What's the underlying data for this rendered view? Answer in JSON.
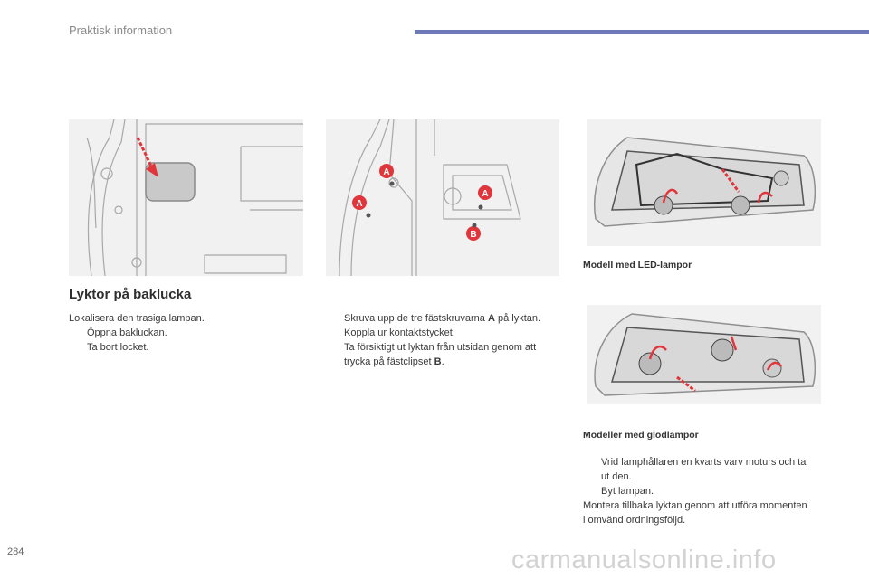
{
  "header": {
    "title": "Praktisk information",
    "accent_color": "#6b79b8"
  },
  "section": {
    "title": "Lyktor på baklucka"
  },
  "col1": {
    "intro": "Lokalisera den trasiga lampan.",
    "bullet_glyph": "",
    "steps": [
      "Öppna bakluckan.",
      "Ta bort locket."
    ]
  },
  "col2": {
    "step1_pre": "Skruva upp de tre fästskruvarna ",
    "step1_bold": "A",
    "step1_post": " på lyktan.",
    "step2": "Koppla ur kontaktstycket.",
    "step3_pre": "Ta försiktigt ut lyktan från utsidan genom att trycka på fästclipset ",
    "step3_bold": "B",
    "step3_post": "."
  },
  "figures": {
    "label_a": "A",
    "label_b": "B",
    "marker_color": "#e0353b"
  },
  "col3": {
    "caption_led": "Modell med LED-lampor",
    "caption_bulb": "Modeller med glödlampor",
    "step1": "Vrid lamphållaren en kvarts varv moturs och ta ut den.",
    "step2": "Byt lampan.",
    "outro": "Montera tillbaka lyktan genom att utföra momenten i omvänd ordningsföljd."
  },
  "footer": {
    "page_number": "284",
    "watermark": "carmanualsonline.info"
  }
}
